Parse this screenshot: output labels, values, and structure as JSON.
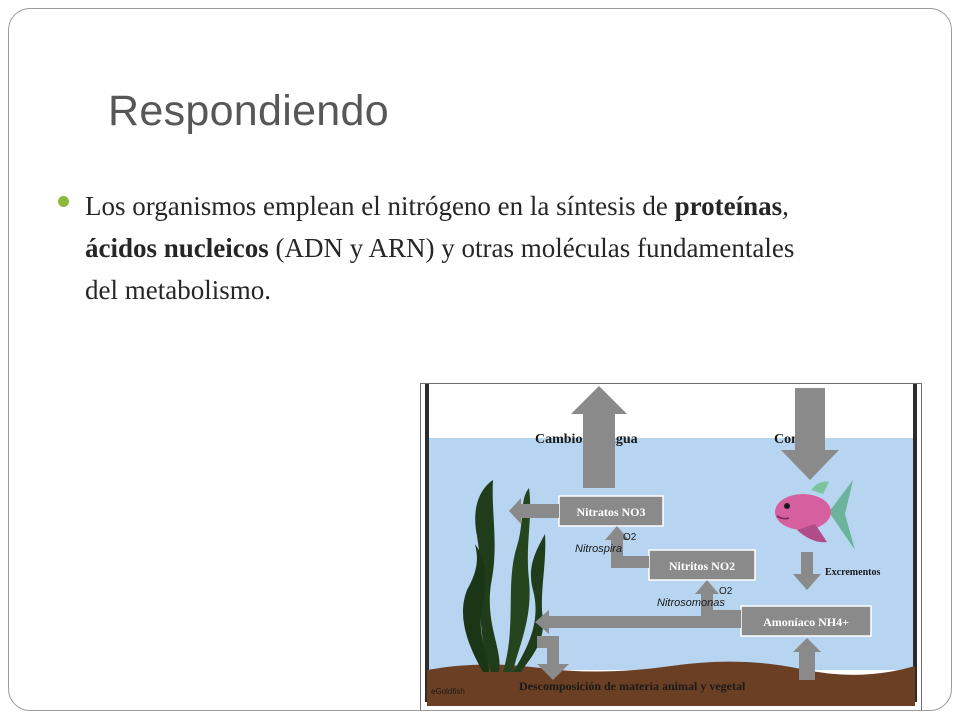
{
  "slide": {
    "title": "Respondiendo",
    "bullet": {
      "part1": "Los organismos emplean el nitrógeno en la síntesis de ",
      "bold1": "proteínas",
      "part2": ", ",
      "bold2": "ácidos nucleicos",
      "part3": " (ADN y ARN) y otras moléculas fundamentales del metabolismo."
    }
  },
  "diagram": {
    "top_labels": {
      "water_changes": "Cambios de agua",
      "food": "Comida"
    },
    "boxes": {
      "nitrates": "Nitratos NO3",
      "nitrites": "Nitritos NO2",
      "ammonia": "Amoníaco NH4+"
    },
    "o2_label_1": "O2",
    "bacteria_1": "Nitrospira",
    "o2_label_2": "O2",
    "bacteria_2": "Nitrosomonas",
    "excrement": "Excrementos",
    "bottom": "Descomposición de materia animal y vegetal",
    "watermark": "eGoldfish",
    "colors": {
      "water": "#b7d4f1",
      "boxes": "#8a8a8a",
      "arrows": "#8a8a8a",
      "soil": "#6b3f24",
      "plants": "#1f3d1a",
      "fish": "#d65fa0"
    }
  }
}
